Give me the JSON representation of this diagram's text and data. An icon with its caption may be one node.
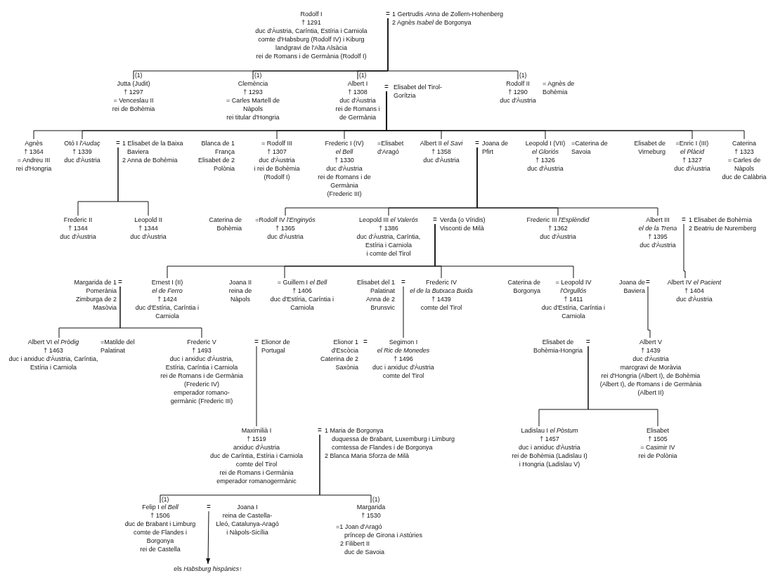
{
  "diagram": {
    "nodes": [
      {
        "text": [
          "Rodolf I",
          "† 1291",
          "duc d'Àustria, Caríntia, Estíria i Carniola",
          "comte d'Habsburg (Rodolf IV) i Kiburg",
          "landgravi de l'Alta Alsàcia",
          "rei de Romans i de Germània (Rodolf I)"
        ]
      },
      {
        "text": [
          "="
        ]
      },
      {
        "text": [
          "1 Gertrudis *Anna* de Zollern-Hohenberg",
          "2 Agnès *Isabel* de Borgonya"
        ]
      },
      {
        "text": [
          "Jutta (Judit)",
          "† 1297",
          "= Venceslau II",
          "rei de Bohèmia"
        ]
      },
      {
        "text": [
          "Clemència",
          "† 1293",
          "= Carles Martell de Nàpols",
          "rei titular d'Hongria"
        ]
      },
      {
        "text": [
          "Albert I",
          "† 1308",
          "duc d'Àustria",
          "rei de Romans i de Germània"
        ]
      },
      {
        "text": [
          "="
        ]
      },
      {
        "text": [
          "Elisabet del Tirol-Gorítzia"
        ]
      },
      {
        "text": [
          "Rodolf II",
          "† 1290",
          "duc d'Àustria"
        ]
      },
      {
        "text": [
          "= Agnès de Bohèmia"
        ]
      },
      {
        "text": [
          "Agnès",
          "† 1364",
          "= Andreu III",
          "rei d'Hongria"
        ]
      },
      {
        "text": [
          "Otó I *l'Audaç*",
          "† 1339",
          "duc d'Àustria"
        ]
      },
      {
        "text": [
          "="
        ]
      },
      {
        "text": [
          "1 Elisabet de la Baixa Baviera",
          "2 Anna de Bohèmia"
        ]
      },
      {
        "text": [
          "Blanca de 1 França",
          "Elisabet de 2 Polònia"
        ]
      },
      {
        "text": [
          "= Rodolf III",
          "† 1307",
          "duc d'Àustria",
          "i rei de Bohèmia",
          "(Rodolf I)"
        ]
      },
      {
        "text": [
          "Frederic I (IV) *el Bell*",
          "† 1330",
          "duc d'Àustria",
          "rei de Romans i de Germània",
          "(Frederic III)"
        ]
      },
      {
        "text": [
          "=Elisabet d'Aragó"
        ]
      },
      {
        "text": [
          "Albert II *el Savi*",
          "† 1358",
          "duc d'Àustria"
        ]
      },
      {
        "text": [
          "="
        ]
      },
      {
        "text": [
          "Joana de Pfirt"
        ]
      },
      {
        "text": [
          "Leopold I (VII) *el Gloriós*",
          "† 1326",
          "duc d'Àustria"
        ]
      },
      {
        "text": [
          "=Caterina de Savoia"
        ]
      },
      {
        "text": [
          "Elisabet de Virneburg"
        ]
      },
      {
        "text": [
          "=Enric I (III) *el Plàcid*",
          "† 1327",
          "duc d'Àustria"
        ]
      },
      {
        "text": [
          "Caterina",
          "† 1323",
          "= Carles de Nàpols",
          "duc de Calàbria"
        ]
      },
      {
        "text": [
          "Frederic II",
          "† 1344",
          "duc d'Àustria"
        ]
      },
      {
        "text": [
          "Leopold II",
          "† 1344",
          "duc d'Àustria"
        ]
      },
      {
        "text": [
          "Caterina de Bohèmia"
        ]
      },
      {
        "text": [
          "=Rodolf IV *l'Enginyós*",
          "† 1365",
          "duc d'Àustria"
        ]
      },
      {
        "text": [
          "Leopold III *el Valerós*",
          "† 1386",
          "duc d'Àustria, Caríntia, Estíria i Carniola",
          "i comte del Tirol"
        ]
      },
      {
        "text": [
          "="
        ]
      },
      {
        "text": [
          "Verda (o Víridis) Visconti de Milà"
        ]
      },
      {
        "text": [
          "Frederic III *l'Esplèndid*",
          "† 1362",
          "duc d'Àustria"
        ]
      },
      {
        "text": [
          "Albert III *el de la Trena*",
          "† 1395",
          "duc d'Àustria"
        ]
      },
      {
        "text": [
          "="
        ]
      },
      {
        "text": [
          "1 Elisabet de Bohèmia",
          "2 Beatriu de Nuremberg"
        ]
      },
      {
        "text": [
          "Margarida de 1 Pomerània",
          "Zimburga de 2 Masòvia"
        ]
      },
      {
        "text": [
          "="
        ]
      },
      {
        "text": [
          "Ernest I (II) *el de Ferro*",
          "† 1424",
          "duc d'Estíria, Caríntia i Carniola"
        ]
      },
      {
        "text": [
          "Joana II",
          "reina de Nàpols"
        ]
      },
      {
        "text": [
          "= Guillem I *el Bell*",
          "† 1406",
          "duc d'Estíria, Caríntia i Carniola"
        ]
      },
      {
        "text": [
          "Elisabet del 1 Palatinat",
          "Anna de 2 Brunsvic"
        ]
      },
      {
        "text": [
          "="
        ]
      },
      {
        "text": [
          "Frederic IV *el de la Butxaca Buida*",
          "† 1439",
          "comte del Tirol"
        ]
      },
      {
        "text": [
          "Caterina de Borgonya"
        ]
      },
      {
        "text": [
          "= Leopold IV *l'Orgullós*",
          "† 1411",
          "duc d'Estíria, Caríntia i Carniola"
        ]
      },
      {
        "text": [
          "Joana de Baviera"
        ]
      },
      {
        "text": [
          "="
        ]
      },
      {
        "text": [
          "Albert IV *el Pacient*",
          "† 1404",
          "duc d'Àustria"
        ]
      },
      {
        "text": [
          "Albert VI *el Pròdig*",
          "† 1463",
          "duc i arxiduc d'Àustria, Caríntia, Estíria i Carniola"
        ]
      },
      {
        "text": [
          "=Matilde del Palatinat"
        ]
      },
      {
        "text": [
          "Frederic V",
          "† 1493",
          "duc i arxiduc d'Àustria, Estíria, Caríntia i Carniola",
          "rei de Romans i de Germània",
          "(Frederic IV)",
          "emperador romano-germànic (Frederic III)"
        ]
      },
      {
        "text": [
          "="
        ]
      },
      {
        "text": [
          "Elionor de Portugal"
        ]
      },
      {
        "text": [
          "Elionor 1 d'Escòcia",
          "Caterina de 2 Saxònia"
        ]
      },
      {
        "text": [
          "Segimon I *el Ric de Monedes*",
          "† 1496",
          "duc i arxiduc d'Àustria",
          "comte del Tirol"
        ]
      },
      {
        "text": [
          "Elisabet de Bohèmia-Hongria"
        ]
      },
      {
        "text": [
          "="
        ]
      },
      {
        "text": [
          "Albert V",
          "† 1439",
          "duc d'Àustria",
          "marcgravi de Moràvia",
          "rei d'Hongria (Albert I), de Bohèmia (Albert I), de Romans i de Germània (Albert II)"
        ]
      },
      {
        "text": [
          "Maximilià I",
          "† 1519",
          "arxiduc d'Àustria",
          "duc de Caríntia, Estíria i Carniola",
          "comte del Tirol",
          "rei de Romans i Germània",
          "emperador romanogermànic"
        ]
      },
      {
        "text": [
          "="
        ]
      },
      {
        "text": [
          "1 Maria de Borgonya",
          "duquessa de Brabant, Luxemburg i Limburg",
          "comtessa de Flandes i de Borgonya",
          "2 Blanca Maria Sforza de Milà"
        ]
      },
      {
        "text": [
          "Ladislau I *el Pòstum*",
          "† 1457",
          "duc i arxiduc d'Àustria",
          "rei de Bohèmia (Ladislau I)",
          "i Hongria (Ladislau V)"
        ]
      },
      {
        "text": [
          "Elisabet",
          "† 1505",
          "= Casimir IV",
          "rei de Polònia"
        ]
      },
      {
        "text": [
          "Felip I *el Bell*",
          "† 1506",
          "duc de Brabant i Limburg",
          "comte de Flandes i Borgonya",
          "rei de Castella"
        ]
      },
      {
        "text": [
          "="
        ]
      },
      {
        "text": [
          "Joana I",
          "reina de Castella-Lleó, Catalunya-Aragó i Nàpols-Sicília"
        ]
      },
      {
        "text": [
          "Margarida",
          "† 1530"
        ]
      },
      {
        "text": [
          "=1 Joan d'Aragó",
          "príncep de Girona i Astúries",
          "2 Filibert II",
          "duc de Savoia"
        ]
      },
      {
        "text": [
          "els *Habsburg hispànics*↑"
        ]
      }
    ],
    "edges": [
      {
        "from": 1,
        "to": 3,
        "arrow": "none",
        "label": "(1)"
      },
      {
        "from": 1,
        "to": 4,
        "arrow": "none",
        "label": "(1)"
      },
      {
        "from": 1,
        "to": 5,
        "arrow": "none",
        "label": "(1)"
      },
      {
        "from": 1,
        "to": 8,
        "arrow": "none",
        "label": "(1)"
      },
      {
        "from": 6,
        "to": 10,
        "arrow": "none"
      },
      {
        "from": 6,
        "to": 11,
        "arrow": "none"
      },
      {
        "from": 6,
        "to": 15,
        "arrow": "none"
      },
      {
        "from": 6,
        "to": 16,
        "arrow": "none"
      },
      {
        "from": 6,
        "to": 18,
        "arrow": "none"
      },
      {
        "from": 6,
        "to": 21,
        "arrow": "none"
      },
      {
        "from": 6,
        "to": 24,
        "arrow": "none"
      },
      {
        "from": 6,
        "to": 25,
        "arrow": "none"
      },
      {
        "from": 12,
        "to": 26,
        "arrow": "none"
      },
      {
        "from": 12,
        "to": 27,
        "arrow": "none"
      },
      {
        "from": 19,
        "to": 29,
        "arrow": "none"
      },
      {
        "from": 19,
        "to": 30,
        "arrow": "none"
      },
      {
        "from": 19,
        "to": 33,
        "arrow": "none"
      },
      {
        "from": 19,
        "to": 34,
        "arrow": "none"
      },
      {
        "from": 31,
        "to": 39,
        "arrow": "none"
      },
      {
        "from": 31,
        "to": 41,
        "arrow": "none"
      },
      {
        "from": 31,
        "to": 44,
        "arrow": "none"
      },
      {
        "from": 31,
        "to": 46,
        "arrow": "none"
      },
      {
        "from": 35,
        "to": 49,
        "arrow": "none"
      },
      {
        "from": 38,
        "to": 50,
        "arrow": "none"
      },
      {
        "from": 38,
        "to": 52,
        "arrow": "none"
      },
      {
        "from": 43,
        "to": 56,
        "arrow": "none"
      },
      {
        "from": 48,
        "to": 59,
        "arrow": "none"
      },
      {
        "from": 53,
        "to": 60,
        "arrow": "none"
      },
      {
        "from": 58,
        "to": 63,
        "arrow": "none"
      },
      {
        "from": 58,
        "to": 64,
        "arrow": "none"
      },
      {
        "from": 61,
        "to": 65,
        "arrow": "none",
        "label": "(1)"
      },
      {
        "from": 61,
        "to": 68,
        "arrow": "none",
        "label": "(1)"
      },
      {
        "from": 66,
        "to": 70,
        "arrow": "to"
      }
    ],
    "labels": [
      "="
    ]
  }
}
